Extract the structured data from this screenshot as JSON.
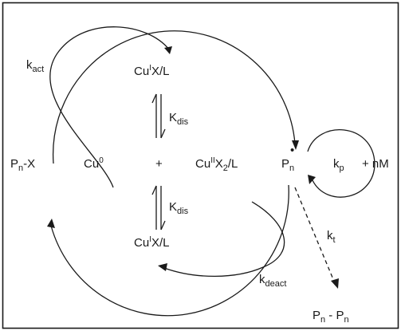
{
  "species": {
    "initiator": {
      "base": "P",
      "sub": "n",
      "suffix": "-X"
    },
    "cu0": {
      "base": "Cu",
      "sup": "0"
    },
    "plus": "+",
    "cu1_top": {
      "base": "Cu",
      "sup": "I",
      "suffix": "X/L"
    },
    "cu1_bottom": {
      "base": "Cu",
      "sup": "I",
      "suffix": "X/L"
    },
    "cu2": {
      "base": "Cu",
      "sup": "II",
      "mid": "X",
      "sub": "2",
      "suffix": "/L"
    },
    "radical": {
      "base": "P",
      "sub": "n",
      "dot": "•"
    },
    "monomer": "+ nM",
    "dead_polymer": {
      "first": "P",
      "first_sub": "n",
      "sep": " - ",
      "second": "P",
      "second_sub": "n"
    }
  },
  "rate_constants": {
    "k_act": {
      "base": "k",
      "sub": "act"
    },
    "k_dis_top": {
      "base": "K",
      "sub": "dis"
    },
    "k_dis_bottom": {
      "base": "K",
      "sub": "dis"
    },
    "k_p": {
      "base": "k",
      "sub": "p"
    },
    "k_t": {
      "base": "k",
      "sub": "t"
    },
    "k_deact": {
      "base": "k",
      "sub": "deact"
    }
  }
}
